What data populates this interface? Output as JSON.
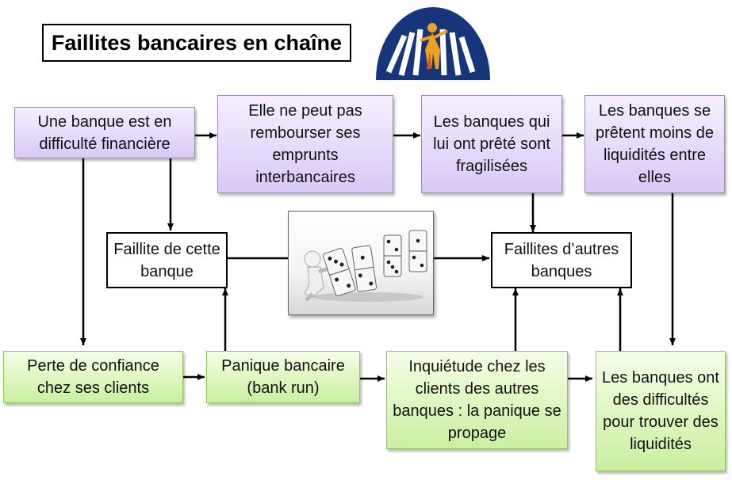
{
  "title": "Faillites bancaires en chaîne",
  "nodes": {
    "banque_difficulte": "Une banque est en difficulté financière",
    "remboursement": "Elle ne peut pas rembourser ses emprunts interbancaires",
    "banques_fragilisees": "Les banques qui lui ont prêté sont fragilisées",
    "moins_liquidites": "Les banques se prêtent moins de liquidités entre elles",
    "faillite_banque": "Faillite de cette banque",
    "faillites_autres": "Faillites d’autres banques",
    "perte_confiance": "Perte de confiance chez ses clients",
    "panique": "Panique bancaire (bank run)",
    "inquietude": "Inquiétude chez les clients des autres banques : la panique se propage",
    "difficultes_liquidites": "Les banques ont des difficultés pour trouver des liquidités"
  },
  "colors": {
    "purple_fill": "#e4d9fb",
    "purple_border": "#9f86c8",
    "green_fill": "#d6f5b4",
    "green_border": "#8ec75c",
    "logo_blue": "#17357a",
    "logo_accent": "#f0a020",
    "arrow": "#000000"
  },
  "icons": {
    "logo": "person-among-falling-bars-logo",
    "illustration": "person-pushing-dominoes-illustration"
  }
}
